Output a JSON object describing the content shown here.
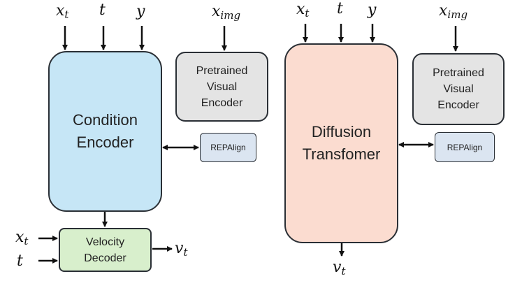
{
  "left_diagram": {
    "inputs": {
      "x_base": "x",
      "x_sub": "t",
      "t": "t",
      "y": "y",
      "ximg_base": "x",
      "ximg_sub": "img"
    },
    "condition_encoder": {
      "line1": "Condition",
      "line2": "Encoder"
    },
    "pretrained_visual_encoder": {
      "line1": "Pretrained",
      "line2": "Visual",
      "line3": "Encoder"
    },
    "repalign": "REPAlign",
    "velocity_decoder": {
      "line1": "Velocity",
      "line2": "Decoder"
    },
    "decoder_inputs": {
      "x_base": "x",
      "x_sub": "t",
      "t": "t"
    },
    "output": {
      "base": "v",
      "sub": "t"
    }
  },
  "right_diagram": {
    "inputs": {
      "x_base": "x",
      "x_sub": "t",
      "t": "t",
      "y": "y",
      "ximg_base": "x",
      "ximg_sub": "img"
    },
    "diffusion_transformer": {
      "line1": "Diffusion",
      "line2": "Transfomer"
    },
    "pretrained_visual_encoder": {
      "line1": "Pretrained",
      "line2": "Visual",
      "line3": "Encoder"
    },
    "repalign": "REPAlign",
    "output": {
      "base": "v",
      "sub": "t"
    }
  }
}
